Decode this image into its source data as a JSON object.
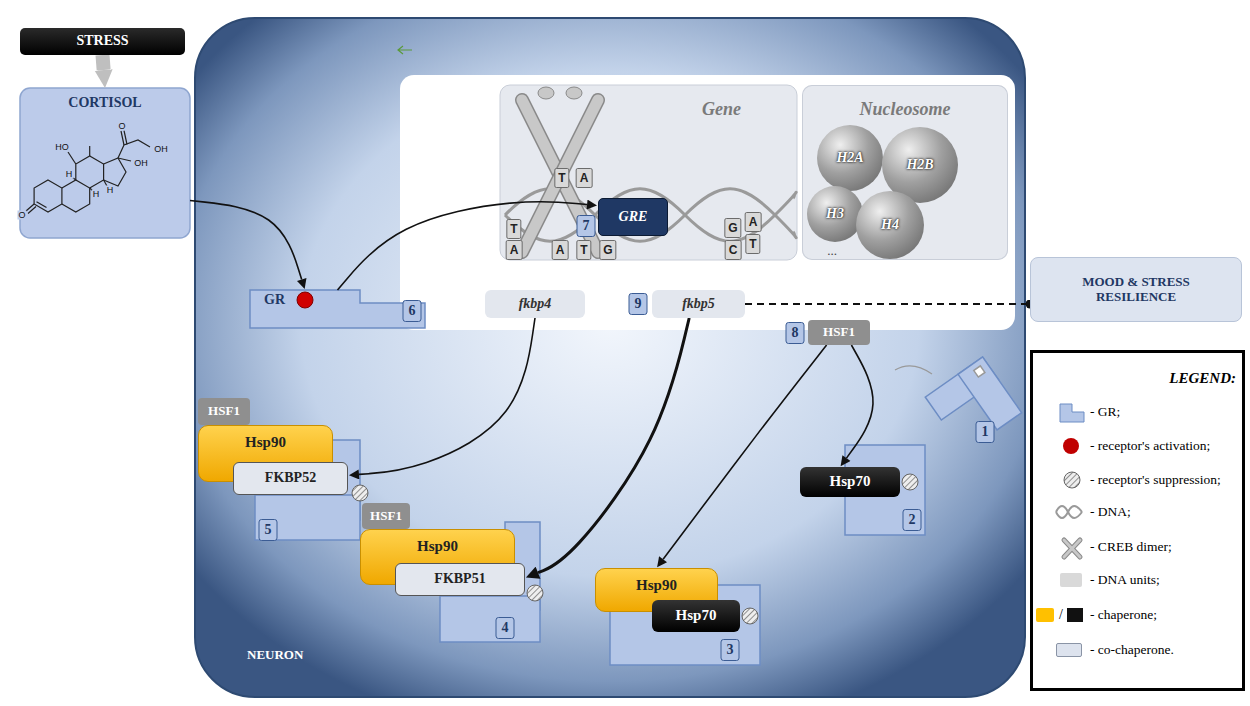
{
  "diagram": {
    "nodes": [
      {
        "text": [
          "STRESS"
        ]
      },
      {
        "text": [
          "CORTISOL"
        ]
      },
      {
        "text": [
          "NEURON"
        ]
      },
      {
        "text": [
          "Gene"
        ],
        "in": 2
      },
      {
        "text": [
          "GRE"
        ],
        "in": 3
      },
      {
        "text": [
          "Nucleosome"
        ],
        "in": 2
      },
      {
        "text": [
          "H2A"
        ],
        "in": 5
      },
      {
        "text": [
          "H2B"
        ],
        "in": 5
      },
      {
        "text": [
          "H3"
        ],
        "in": 5
      },
      {
        "text": [
          "H4"
        ],
        "in": 5
      },
      {
        "text": [
          "MOOD & STRESS RESILIENCE"
        ]
      },
      {
        "text": [
          "GR"
        ],
        "in": 2
      },
      {
        "text": [
          "fkbp4"
        ],
        "in": 2
      },
      {
        "text": [
          "fkbp5"
        ],
        "in": 2
      },
      {
        "text": [
          "HSF1"
        ],
        "in": 2
      },
      {
        "text": [
          "Hsp70"
        ],
        "in": 2
      },
      {
        "text": [
          "HSF1"
        ],
        "in": 2
      },
      {
        "text": [
          "Hsp90"
        ],
        "in": 2
      },
      {
        "text": [
          "FKBP52"
        ],
        "in": 2
      },
      {
        "text": [
          "HSF1"
        ],
        "in": 2
      },
      {
        "text": [
          "Hsp90"
        ],
        "in": 2
      },
      {
        "text": [
          "FKBP51"
        ],
        "in": 2
      },
      {
        "text": [
          "Hsp90"
        ],
        "in": 2
      },
      {
        "text": [
          "Hsp70"
        ],
        "in": 2
      }
    ],
    "edges": [
      {
        "from": 0,
        "to": 1,
        "arrow": "to"
      },
      {
        "from": 1,
        "to": 11,
        "arrow": "to"
      },
      {
        "from": 11,
        "to": 4,
        "arrow": "to"
      },
      {
        "from": 12,
        "to": 18,
        "arrow": "to"
      },
      {
        "from": 13,
        "to": 21,
        "arrow": "to"
      },
      {
        "from": 14,
        "to": 15,
        "arrow": "to"
      },
      {
        "from": 14,
        "to": 22,
        "arrow": "to"
      },
      {
        "from": 13,
        "to": 10,
        "arrow": "none"
      }
    ],
    "labels": [
      "HO",
      "O",
      "OH",
      "OH",
      "H",
      "H",
      "H",
      "O",
      "7",
      "T",
      "A",
      "T",
      "A",
      "A",
      "T",
      "G",
      "G",
      "A",
      "C",
      "T",
      "...",
      "6",
      "9",
      "8",
      "1",
      "2",
      "3",
      "4",
      "5",
      "LEGEND:",
      "/"
    ],
    "legend": [
      {
        "text": "- GR;"
      },
      {
        "text": "- receptor's activation;",
        "color": "#c00000"
      },
      {
        "text": "- receptor's suppression;"
      },
      {
        "text": "- DNA;"
      },
      {
        "text": "- CREB dimer;"
      },
      {
        "text": "- DNA units;",
        "color": "#d9d9d9"
      },
      {
        "text": "- chaperone;",
        "color": "#ffc000"
      },
      {
        "text": "- co-chaperone.",
        "color": "#dde3ee"
      }
    ]
  }
}
